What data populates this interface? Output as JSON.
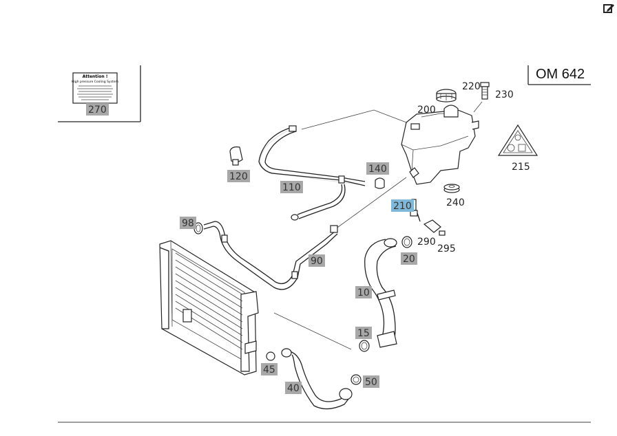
{
  "engine_code": "OM 642",
  "edit_icon": "edit-icon",
  "colors": {
    "label_bg": "#a8a8a8",
    "active_label_bg": "#7fb8d8",
    "line": "#222222"
  },
  "warning_label": {
    "heading": "Attention !",
    "subheading": "High pressure Cooling System"
  },
  "hotspots": [
    {
      "id": "270",
      "highlight": true
    },
    {
      "id": "220",
      "highlight": false
    },
    {
      "id": "230",
      "highlight": false
    },
    {
      "id": "200",
      "highlight": false
    },
    {
      "id": "215",
      "highlight": false
    },
    {
      "id": "140",
      "highlight": true
    },
    {
      "id": "120",
      "highlight": true
    },
    {
      "id": "110",
      "highlight": true
    },
    {
      "id": "240",
      "highlight": false
    },
    {
      "id": "210",
      "highlight": true,
      "active": true
    },
    {
      "id": "98",
      "highlight": true
    },
    {
      "id": "290",
      "highlight": false
    },
    {
      "id": "295",
      "highlight": false
    },
    {
      "id": "20",
      "highlight": true
    },
    {
      "id": "90",
      "highlight": true
    },
    {
      "id": "10",
      "highlight": true
    },
    {
      "id": "15",
      "highlight": true
    },
    {
      "id": "45",
      "highlight": true
    },
    {
      "id": "50",
      "highlight": true
    },
    {
      "id": "40",
      "highlight": true
    }
  ]
}
